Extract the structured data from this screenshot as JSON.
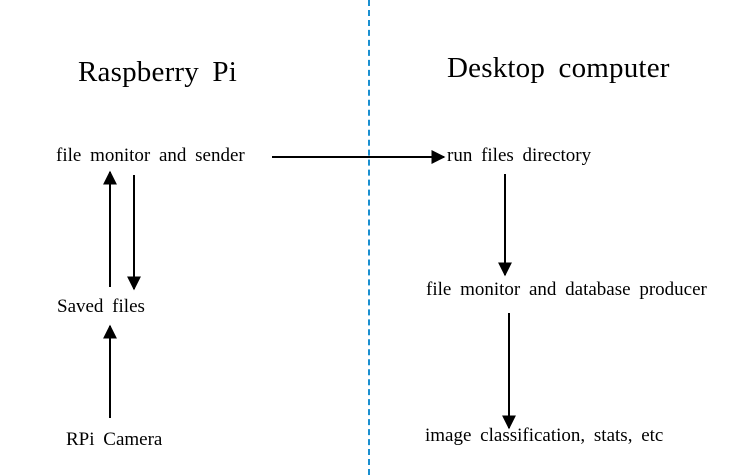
{
  "left_panel": {
    "title": "Raspberry Pi",
    "nodes": {
      "file_monitor_sender": "file monitor and sender",
      "saved_files": "Saved files",
      "rpi_camera": "RPi Camera"
    }
  },
  "right_panel": {
    "title": "Desktop computer",
    "nodes": {
      "run_files_directory": "run files directory",
      "file_monitor_db": "file monitor and database producer",
      "image_classification": "image classification, stats, etc"
    }
  },
  "colors": {
    "divider": "#1a8fd0",
    "text": "#000000",
    "arrow": "#000000"
  }
}
